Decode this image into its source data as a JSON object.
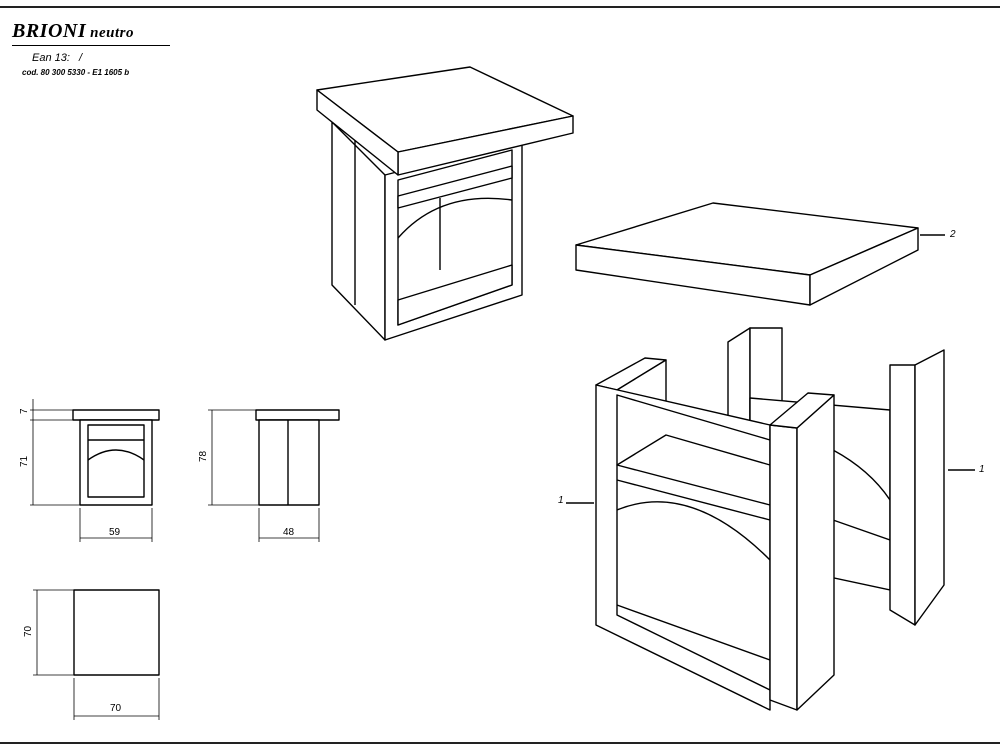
{
  "header": {
    "title_main": "BRIONI",
    "title_sub": "neutro",
    "ean_label": "Ean 13:",
    "ean_value": "/",
    "code": "cod. 80 300 5330 - E1 1605 b"
  },
  "dimensions": {
    "front_top_height": "7",
    "front_body_height": "71",
    "front_width": "59",
    "side_height": "78",
    "side_depth": "48",
    "plan_depth": "70",
    "plan_width": "70"
  },
  "parts": {
    "top_label": "2",
    "side_left_label": "1",
    "side_right_label": "1"
  },
  "colors": {
    "line": "#000000",
    "frame": "#222222",
    "background": "#ffffff"
  }
}
